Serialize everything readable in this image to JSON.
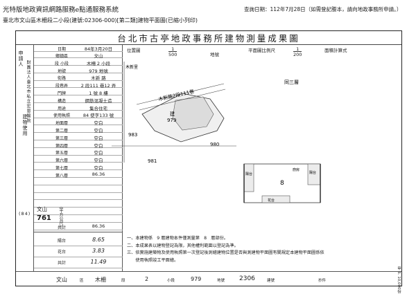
{
  "header": {
    "site_line": "光特版地政資訊網路服務e點通服務系統",
    "query_date": "查詢日期：112年7月28日（如需登記謄本，請向地政事務所申請。）",
    "doc_line": "臺北市文山區木柵段二小段(建號:02306-000)[第二類]建物平面圖(已縮小列印)"
  },
  "title": "台北市古亭地政事務所建物測量成果圖",
  "survey_date": "84年3月20日",
  "scales": {
    "left_label": "位置圖",
    "left_ratio": "1",
    "left_denominator": "500",
    "left_unit": "地號",
    "right_label": "平面圖比例尺",
    "right_ratio": "1",
    "right_denominator": "200",
    "right_unit": "面積計算式"
  },
  "left_column": {
    "applicant_label": "申請人",
    "applicant_text": "財團法人臺北市私立宏恩醫院",
    "bldg_use_label": "建物使用",
    "rows": [
      {
        "k": "鄉鎮區",
        "v": "文山"
      },
      {
        "k": "段 小段",
        "v": "木柵 2 小段"
      },
      {
        "k": "地號",
        "v": "979 地號"
      },
      {
        "k": "街路",
        "v": "木新 路"
      },
      {
        "k": "段巷弄",
        "v": "2 段111 巷12 弄"
      },
      {
        "k": "門牌",
        "v": "1 號 8 樓"
      },
      {
        "k": "構造",
        "v": "鋼筋混凝土造"
      },
      {
        "k": "用途",
        "v": "集合住宅"
      },
      {
        "k": "使用執照",
        "v": "84 使字133 號"
      },
      {
        "k": "地面層",
        "v": "空白"
      },
      {
        "k": "第二層",
        "v": "空白"
      },
      {
        "k": "第三層",
        "v": "空白"
      },
      {
        "k": "第四層",
        "v": "空白"
      },
      {
        "k": "第五層",
        "v": "空白"
      },
      {
        "k": "第六層",
        "v": "空白"
      },
      {
        "k": "第七層",
        "v": "空白"
      },
      {
        "k": "第八層",
        "v": "86.36"
      },
      {
        "k": "",
        "v": ""
      },
      {
        "k": "",
        "v": ""
      },
      {
        "k": "",
        "v": ""
      },
      {
        "k": "",
        "v": ""
      },
      {
        "k": "",
        "v": ""
      },
      {
        "k": "",
        "v": ""
      },
      {
        "k": "共計",
        "v": "86.36"
      }
    ],
    "code_label": "(84)",
    "district_label": "文山",
    "code_number": "761",
    "unit_label": "(平方公尺)",
    "attached_rows": [
      {
        "k": "陽台",
        "v": "8.65"
      },
      {
        "k": "花台",
        "v": "3.83"
      },
      {
        "k": "共計",
        "v": "11.49"
      }
    ]
  },
  "location_map": {
    "road_label": "木新路2段111巷",
    "lot_main": "979",
    "lot_main_prefix": "建",
    "lot_983": "983",
    "lot_980": "980",
    "lot_981": "981",
    "bldg_label": "木新里"
  },
  "floor_plan": {
    "north_label": "同三層",
    "unit_number": "8",
    "room_labels": [
      "陽台",
      "花台",
      "廚房",
      "陽台"
    ]
  },
  "notes": [
    "一、本建物係　9 層建物本件僅測量第　8　層部份。",
    "二、本成果表以建物登記為限，其他權利範圍以登記為準。",
    "三、依實施建築物及使用執照第一次登記後測繪建物位置是否與測建物平面圖有關規定本建物平面圖係依",
    "　　使用執照竣工平面繪。"
  ],
  "bottom": {
    "district": "文山",
    "district_unit": "區",
    "section": "木柵",
    "section_unit": "段",
    "subsection": "2",
    "subsection_unit": "小段",
    "lot": "979",
    "lot_unit": "地號",
    "bldg_no": "2306",
    "bldg_no_unit": "建號",
    "copy_label": "抄件"
  },
  "side_code": "甲 6. 10,000份"
}
